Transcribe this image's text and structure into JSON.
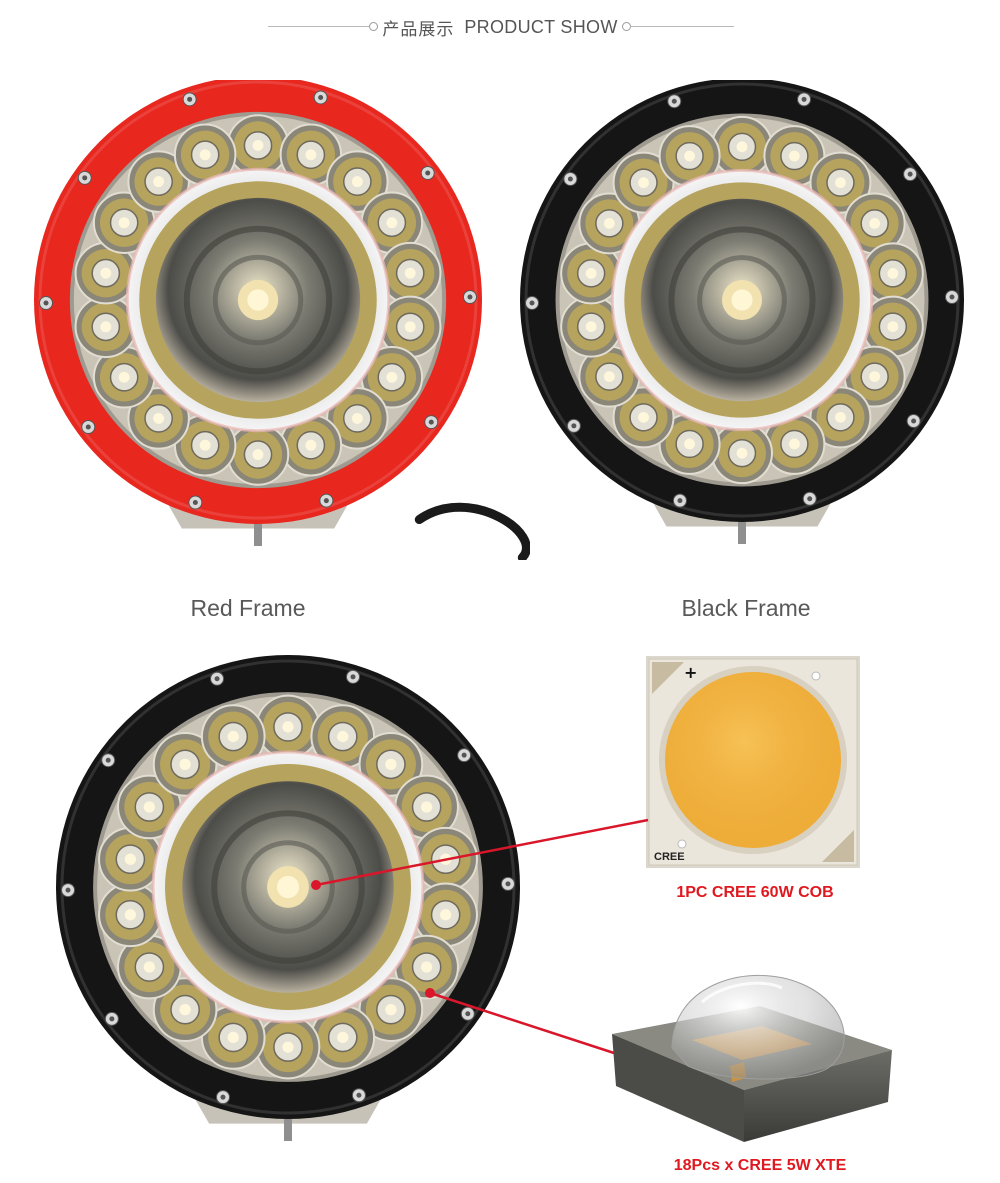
{
  "header": {
    "title_zh": "产品展示",
    "title_en": "PRODUCT SHOW"
  },
  "variants": [
    {
      "caption": "Red Frame",
      "frame_color": "#e8271f"
    },
    {
      "caption": "Black Frame",
      "frame_color": "#151515"
    }
  ],
  "detail": {
    "frame_color": "#151515",
    "cob_label": "1PC CREE 60W COB",
    "xte_label": "18Pcs x CREE 5W XTE",
    "cob_brand": "CREE",
    "cob_polarity": "+",
    "callout_color": "#d9162a"
  },
  "colors": {
    "led_gold": "#b6a35d",
    "cob_yellow": "#f2b23c",
    "label_red": "#e0181f"
  }
}
